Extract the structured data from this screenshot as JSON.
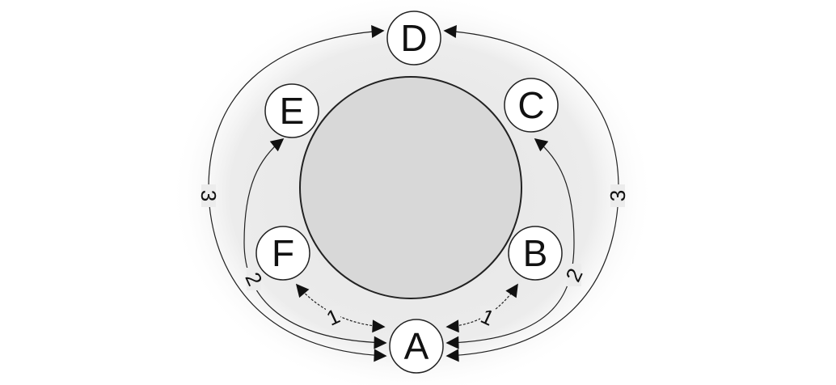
{
  "diagram": {
    "nodes": [
      {
        "id": "A",
        "label": "A"
      },
      {
        "id": "B",
        "label": "B"
      },
      {
        "id": "C",
        "label": "C"
      },
      {
        "id": "D",
        "label": "D"
      },
      {
        "id": "E",
        "label": "E"
      },
      {
        "id": "F",
        "label": "F"
      }
    ],
    "edges": [
      {
        "from": "A",
        "to": "B",
        "label": "1"
      },
      {
        "from": "A",
        "to": "F",
        "label": "1"
      },
      {
        "from": "A",
        "to": "C",
        "label": "2"
      },
      {
        "from": "A",
        "to": "E",
        "label": "2"
      },
      {
        "from": "A",
        "to": "D",
        "label": "3"
      },
      {
        "from": "A",
        "to": "D",
        "label": "3"
      }
    ],
    "colors": {
      "background": "#ebebeb",
      "center_fill": "#d8d8d8",
      "node_fill": "#ffffff",
      "stroke": "#222222"
    }
  }
}
